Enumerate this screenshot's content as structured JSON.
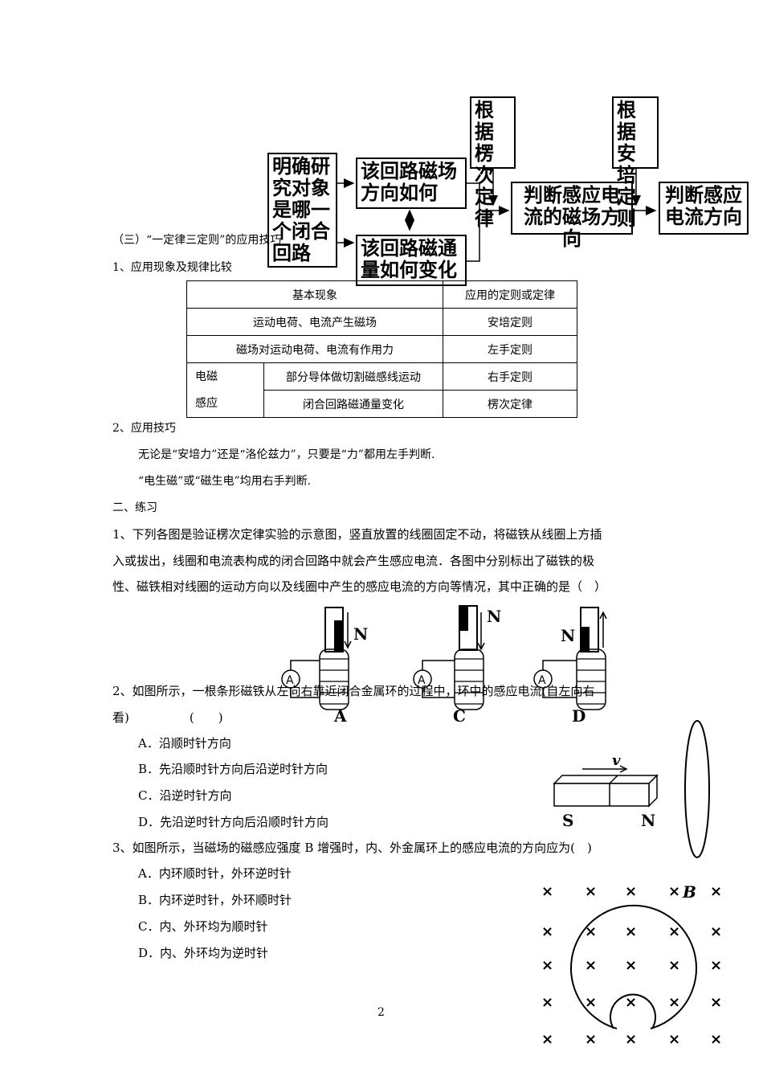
{
  "flowchart": {
    "box1": "明确研究对象是哪一个闭合回路",
    "box2": "该回路磁场方向如何",
    "box3": "该回路磁通量如何变化",
    "box4": "根据楞次定律",
    "box5": "判断感应电流的磁场方向",
    "box6": "根据安培定则",
    "box7": "判断感应电流方向"
  },
  "section_title": "（三）“一定律三定则”的应用技巧",
  "item1": "1、应用现象及规律比较",
  "table": {
    "header": [
      "基本现象",
      "应用的定则或定律"
    ],
    "rows": [
      [
        "运动电荷、电流产生磁场",
        "安培定则"
      ],
      [
        "磁场对运动电荷、电流有作用力",
        "左手定则"
      ]
    ],
    "group_label_1": "电磁",
    "group_label_2": "感应",
    "group_rows": [
      [
        "部分导体做切割磁感线运动",
        "右手定则"
      ],
      [
        "闭合回路磁通量变化",
        "楞次定律"
      ]
    ]
  },
  "item2": "2、应用技巧",
  "tip1": "无论是“安培力”还是“洛伦兹力”，只要是“力”都用左手判断.",
  "tip2": "“电生磁”或“磁生电”均用右手判断.",
  "practice_title": "二、练习",
  "q1_line1": "1、下列各图是验证楞次定律实验的示意图，竖直放置的线圈固定不动，将磁铁从线圈上方插",
  "q1_line2": "入或拔出，线圈和电流表构成的闭合回路中就会产生感应电流．各图中分别标出了磁铁的极",
  "q1_line3": "性、磁铁相对线圈的运动方向以及线圈中产生的感应电流的方向等情况，其中正确的是（　）",
  "q1_figure": {
    "labels": [
      "A",
      "C",
      "D"
    ],
    "pole": "N",
    "meter": "A"
  },
  "q2_line1": "2、如图所示，一根条形磁铁从左向右靠近闭合金属环的过程中，环中的感应电流(自左向右",
  "q2_line2": "看)　　　　　(　　)",
  "q2_options": [
    "A．沿顺时针方向",
    "B．先沿顺时针方向后沿逆时针方向",
    "C．沿逆时针方向",
    "D．先沿逆时针方向后沿顺时针方向"
  ],
  "q2_figure": {
    "v": "v",
    "s": "S",
    "n": "N"
  },
  "q3_line": "3、如图所示，当磁场的磁感应强度 B 增强时，内、外金属环上的感应电流的方向应为(　)",
  "q3_options": [
    "A．内环顺时针，外环逆时针",
    "B．内环逆时针，外环顺时针",
    "C．内、外环均为顺时针",
    "D．内、外环均为逆时针"
  ],
  "q3_figure": {
    "b": "B",
    "cross": "×"
  },
  "page_number": "2"
}
